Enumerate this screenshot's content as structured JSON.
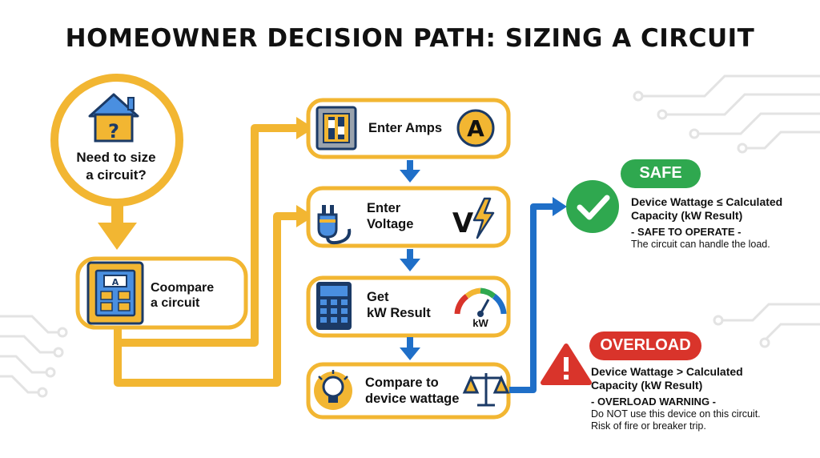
{
  "title": "HOMEOWNER DECISION PATH: SIZING A CIRCUIT",
  "start": {
    "line1": "Need to size",
    "line2": "a circuit?",
    "icon": "house-question-icon"
  },
  "left_step": {
    "line1": "Coompare",
    "line2": "a circuit",
    "icon": "breaker-panel-icon",
    "icon_letter": "A"
  },
  "steps": [
    {
      "line1": "Enter Amps",
      "line2": "",
      "icon": "breaker-switch-icon",
      "badge": "A"
    },
    {
      "line1": "Enter",
      "line2": "Voltage",
      "icon": "plug-icon",
      "badge": "V"
    },
    {
      "line1": "Get",
      "line2": "kW Result",
      "icon": "calculator-icon",
      "badge": "kW"
    },
    {
      "line1": "Compare to",
      "line2": "device wattage",
      "icon": "lightbulb-icon",
      "badge": ""
    }
  ],
  "safe": {
    "badge": "SAFE",
    "line1": "Device Wattage ≤ Calculated",
    "line2": "Capacity (kW Result)",
    "sub": "- SAFE TO OPERATE -",
    "note": "The circuit can handle the load."
  },
  "overload": {
    "badge": "OVERLOAD",
    "line1": "Device Wattage > Calculated",
    "line2": "Capacity (kW Result)",
    "sub": "- OVERLOAD WARNING -",
    "note1": "Do NOT use this device on this circuit.",
    "note2": "Risk of fire or breaker trip."
  },
  "colors": {
    "yellow": "#F2B632",
    "blue": "#1F6FC8",
    "green": "#2FA84F",
    "red": "#D9342B",
    "circuit": "#E3E3E3"
  }
}
